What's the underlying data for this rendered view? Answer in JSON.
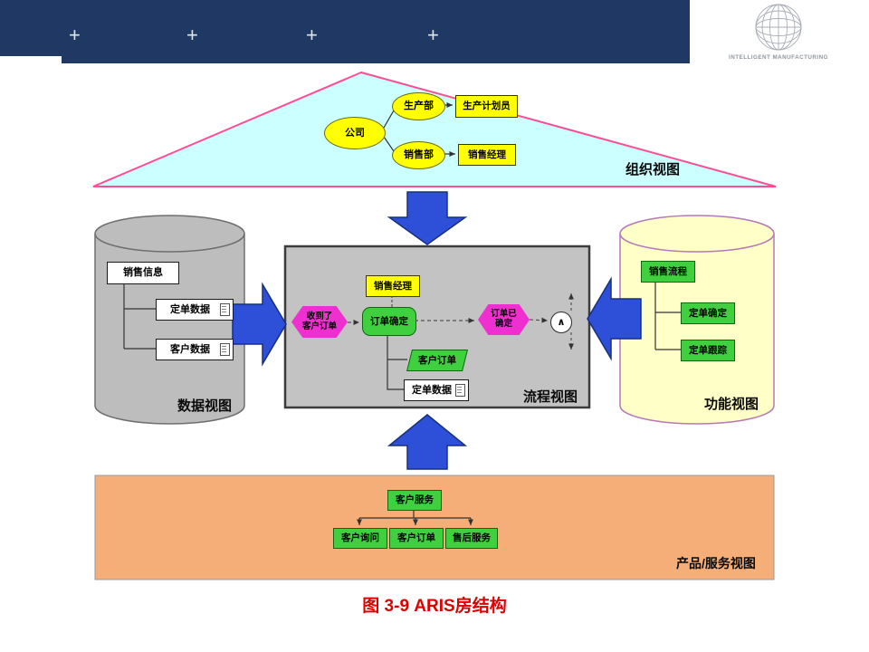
{
  "header": {
    "plus_marks": [
      "+",
      "+",
      "+",
      "+"
    ],
    "brand": "INTELLIGENT MANUFACTURING"
  },
  "org_view": {
    "label": "组织视图",
    "company": "公司",
    "production_dept": "生产部",
    "sales_dept": "销售部",
    "production_planner": "生产计划员",
    "sales_manager": "销售经理"
  },
  "data_view": {
    "label": "数据视图",
    "sales_info": "销售信息",
    "order_data": "定单数据",
    "customer_data": "客户数据"
  },
  "process_view": {
    "label": "流程视图",
    "sales_manager": "销售经理",
    "event_received": "收到了\n客户订单",
    "order_confirm": "订单确定",
    "event_confirmed": "订单已\n确定",
    "xor_symbol": "∧",
    "customer_order": "客户订单",
    "order_data": "定单数据"
  },
  "function_view": {
    "label": "功能视图",
    "sales_process": "销售流程",
    "order_confirm": "定单确定",
    "order_tracking": "定单跟踪"
  },
  "product_view": {
    "label": "产品/服务视图",
    "customer_service": "客户服务",
    "customer_inquiry": "客户询问",
    "customer_order": "客户订单",
    "after_sales_service": "售后服务"
  },
  "caption": "图 3-9 ARIS房结构",
  "colors": {
    "header_blue": "#203864",
    "arrow_blue": "#2e4fd8",
    "roof_fill": "#ccffff",
    "roof_border": "#ff4d94",
    "data_cylinder_gray": "#bdbdbd",
    "function_cylinder_yellow": "#ffffc8",
    "process_gray": "#c3c3c3",
    "product_band_orange": "#f5ae78",
    "node_green": "#3fcf3f",
    "node_yellow": "#ffff00",
    "event_magenta": "#ee30d0",
    "caption_red": "#e00000"
  }
}
